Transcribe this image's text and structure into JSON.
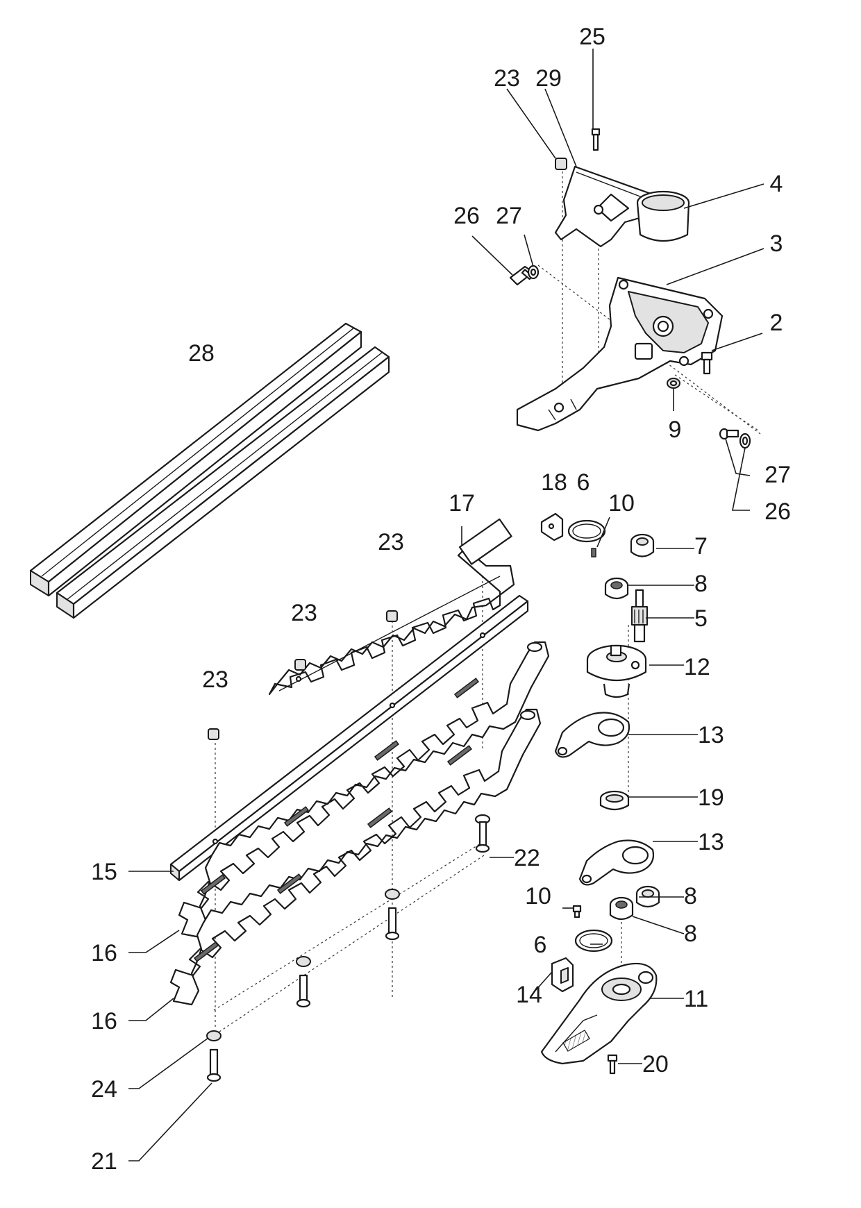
{
  "callouts": {
    "c2": "2",
    "c3": "3",
    "c4": "4",
    "c5": "5",
    "c6a": "6",
    "c6b": "6",
    "c7": "7",
    "c8a": "8",
    "c8b": "8",
    "c8c": "8",
    "c9": "9",
    "c10a": "10",
    "c10b": "10",
    "c11": "11",
    "c12": "12",
    "c13a": "13",
    "c13b": "13",
    "c14": "14",
    "c15": "15",
    "c16a": "16",
    "c16b": "16",
    "c17": "17",
    "c18": "18",
    "c19": "19",
    "c20": "20",
    "c21": "21",
    "c22": "22",
    "c23a": "23",
    "c23b": "23",
    "c23c": "23",
    "c23d": "23",
    "c24": "24",
    "c25": "25",
    "c26a": "26",
    "c26b": "26",
    "c27a": "27",
    "c27b": "27",
    "c28": "28",
    "c29": "29"
  }
}
